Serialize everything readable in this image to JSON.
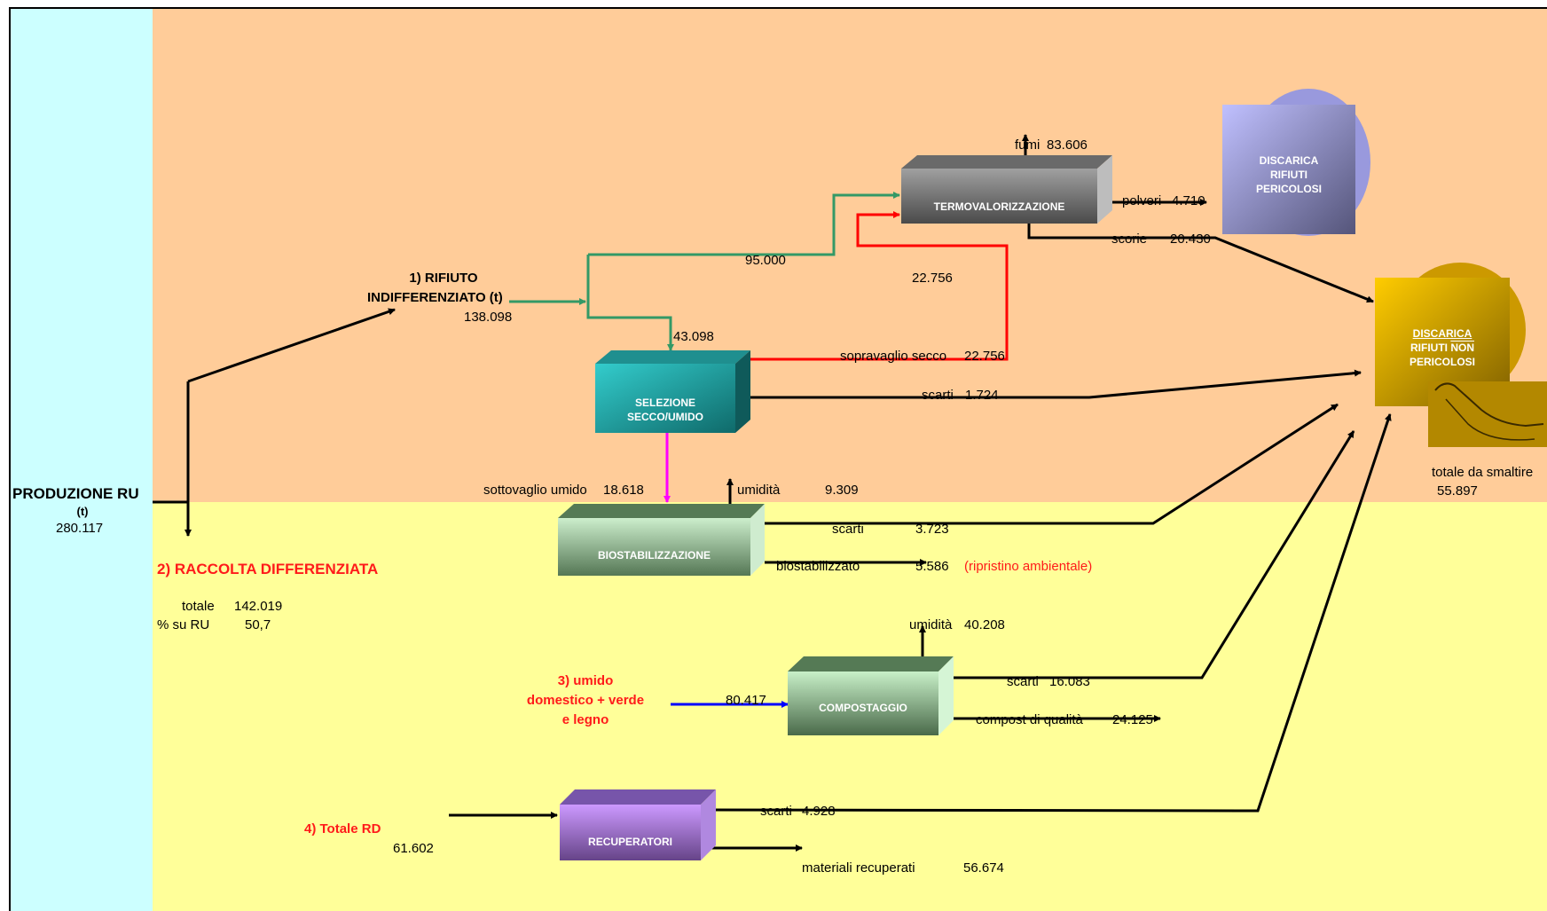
{
  "colors": {
    "left_band": "#ccffff",
    "upper_zone": "#ffcc99",
    "lower_zone": "#ffff99",
    "flow_green": "#339966",
    "flow_red": "#ff0000",
    "flow_magenta": "#ff00ff",
    "flow_blue": "#0000ff",
    "accent_red_text": "#ff1a1a"
  },
  "production": {
    "title": "PRODUZIONE RU",
    "unit": "(t)",
    "value": "280.117"
  },
  "indifferenziato": {
    "line1": "1) RIFIUTO",
    "line2": "INDIFFERENZIATO (t)",
    "value": "138.098"
  },
  "raccolta": {
    "title": "2) RACCOLTA DIFFERENZIATA",
    "totale_label": "totale",
    "totale_value": "142.019",
    "percent_label": "% su RU",
    "percent_value": "50,7"
  },
  "umido_domestico": {
    "line1": "3) umido",
    "line2": "domestico + verde",
    "line3": "e legno"
  },
  "totale_rd": {
    "title": "4) Totale RD",
    "value": "61.602"
  },
  "boxes": {
    "termovalorizzazione": "TERMOVALORIZZAZIONE",
    "selezione_line1": "SELEZIONE",
    "selezione_line2": "SECCO/UMIDO",
    "biostabilizzazione": "BIOSTABILIZZAZIONE",
    "compostaggio": "COMPOSTAGGIO",
    "recuperatori": "RECUPERATORI",
    "discarica_pericolosi_line1": "DISCARICA",
    "discarica_pericolosi_line2": "RIFIUTI",
    "discarica_pericolosi_line3": "PERICOLOSI",
    "discarica_non_line1": "DISCARICA",
    "discarica_non_line2a": "RIFIUTI ",
    "discarica_non_line2b": "NON",
    "discarica_non_line3": "PERICOLOSI"
  },
  "flows": {
    "to_termo": "95.000",
    "to_selezione": "43.098",
    "sopravaglio_back": "22.756",
    "sopravaglio_label": "sopravaglio secco",
    "sopravaglio_value": "22.756",
    "fumi_label": "fumi",
    "fumi_value": "83.606",
    "polveri_label": "polveri",
    "polveri_value": "4.710",
    "scorie_label": "scorie",
    "scorie_value": "20.430",
    "scarti_sel_label": "scarti",
    "scarti_sel_value": "1.724",
    "sottovaglio_label": "sottovaglio umido",
    "sottovaglio_value": "18.618",
    "umidita_bio_label": "umidità",
    "umidita_bio_value": "9.309",
    "scarti_bio_label": "scarti",
    "scarti_bio_value": "3.723",
    "biostab_label": "biostabilizzato",
    "biostab_value": "5.586",
    "ripristino": "(ripristino ambientale)",
    "umidita_comp_label": "umidità",
    "umidita_comp_value": "40.208",
    "scarti_comp_label": "scarti",
    "scarti_comp_value": "16.083",
    "to_comp_value": "80.417",
    "compost_label": "compost di qualità",
    "compost_value": "24.125",
    "scarti_rec_label": "scarti",
    "scarti_rec_value": "4.928",
    "materiali_label": "materiali recuperati",
    "materiali_value": "56.674"
  },
  "smaltire": {
    "label": "totale da smaltire",
    "value": "55.897"
  }
}
